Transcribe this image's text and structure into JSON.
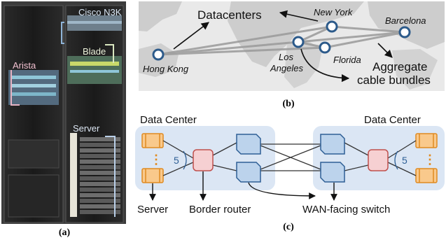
{
  "panel_a": {
    "caption": "(a)",
    "labels": {
      "cisco": "Cisco N3K",
      "blade": "Blade",
      "arista": "Arista",
      "server": "Server"
    }
  },
  "panel_b": {
    "caption": "(b)",
    "datacenters_label": "Datacenters",
    "bundles_label": [
      "Aggregate",
      "cable bundles"
    ],
    "cities": {
      "hong_kong": "Hong Kong",
      "los_angeles": [
        "Los",
        "Angeles"
      ],
      "new_york": "New York",
      "florida": "Florida",
      "barcelona": "Barcelona"
    }
  },
  "panel_c": {
    "caption": "(c)",
    "dc_left": "Data Center",
    "dc_right": "Data Center",
    "dots": "⋮",
    "count": "5",
    "labels": {
      "server": "Server",
      "border_router": "Border router",
      "wan_switch": "WAN-facing switch"
    }
  },
  "colors": {
    "dc_fill": "#dbe6f4",
    "server_fill": "#f9c98c",
    "server_stroke": "#e08a20",
    "router_fill": "#f6d0d2",
    "router_stroke": "#c0504d",
    "switch_fill": "#bcd3ec",
    "switch_stroke": "#2e5f95",
    "node_stroke": "#2c5a8a"
  }
}
